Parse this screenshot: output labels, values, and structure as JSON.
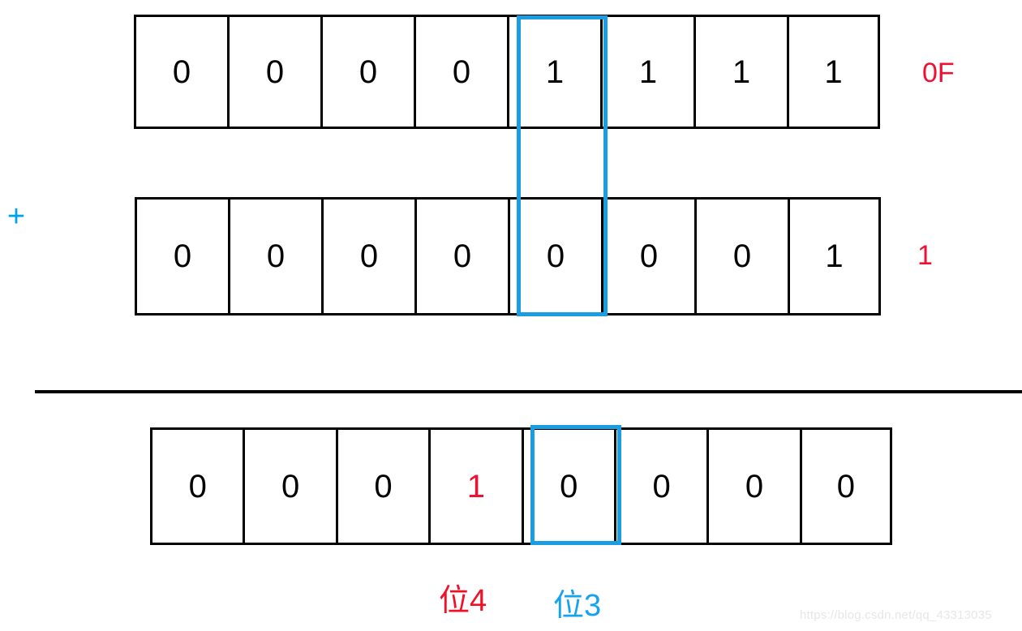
{
  "diagram": {
    "operator_symbol": "+",
    "accent_blue": "#1b9de2",
    "accent_red": "#ee1133",
    "rows": {
      "top": {
        "label": "0F",
        "bits": [
          "0",
          "0",
          "0",
          "0",
          "1",
          "1",
          "1",
          "1"
        ],
        "highlighted_index": 4
      },
      "bottom": {
        "label": "1",
        "bits": [
          "0",
          "0",
          "0",
          "0",
          "0",
          "0",
          "0",
          "1"
        ],
        "highlighted_index": 4
      },
      "result": {
        "bits": [
          "0",
          "0",
          "0",
          "1",
          "0",
          "0",
          "0",
          "0"
        ],
        "red_index": 3,
        "highlighted_index": 4
      }
    },
    "captions": {
      "bit4": "位4",
      "bit3": "位3"
    },
    "watermark": "https://blog.csdn.net/qq_43313035"
  }
}
